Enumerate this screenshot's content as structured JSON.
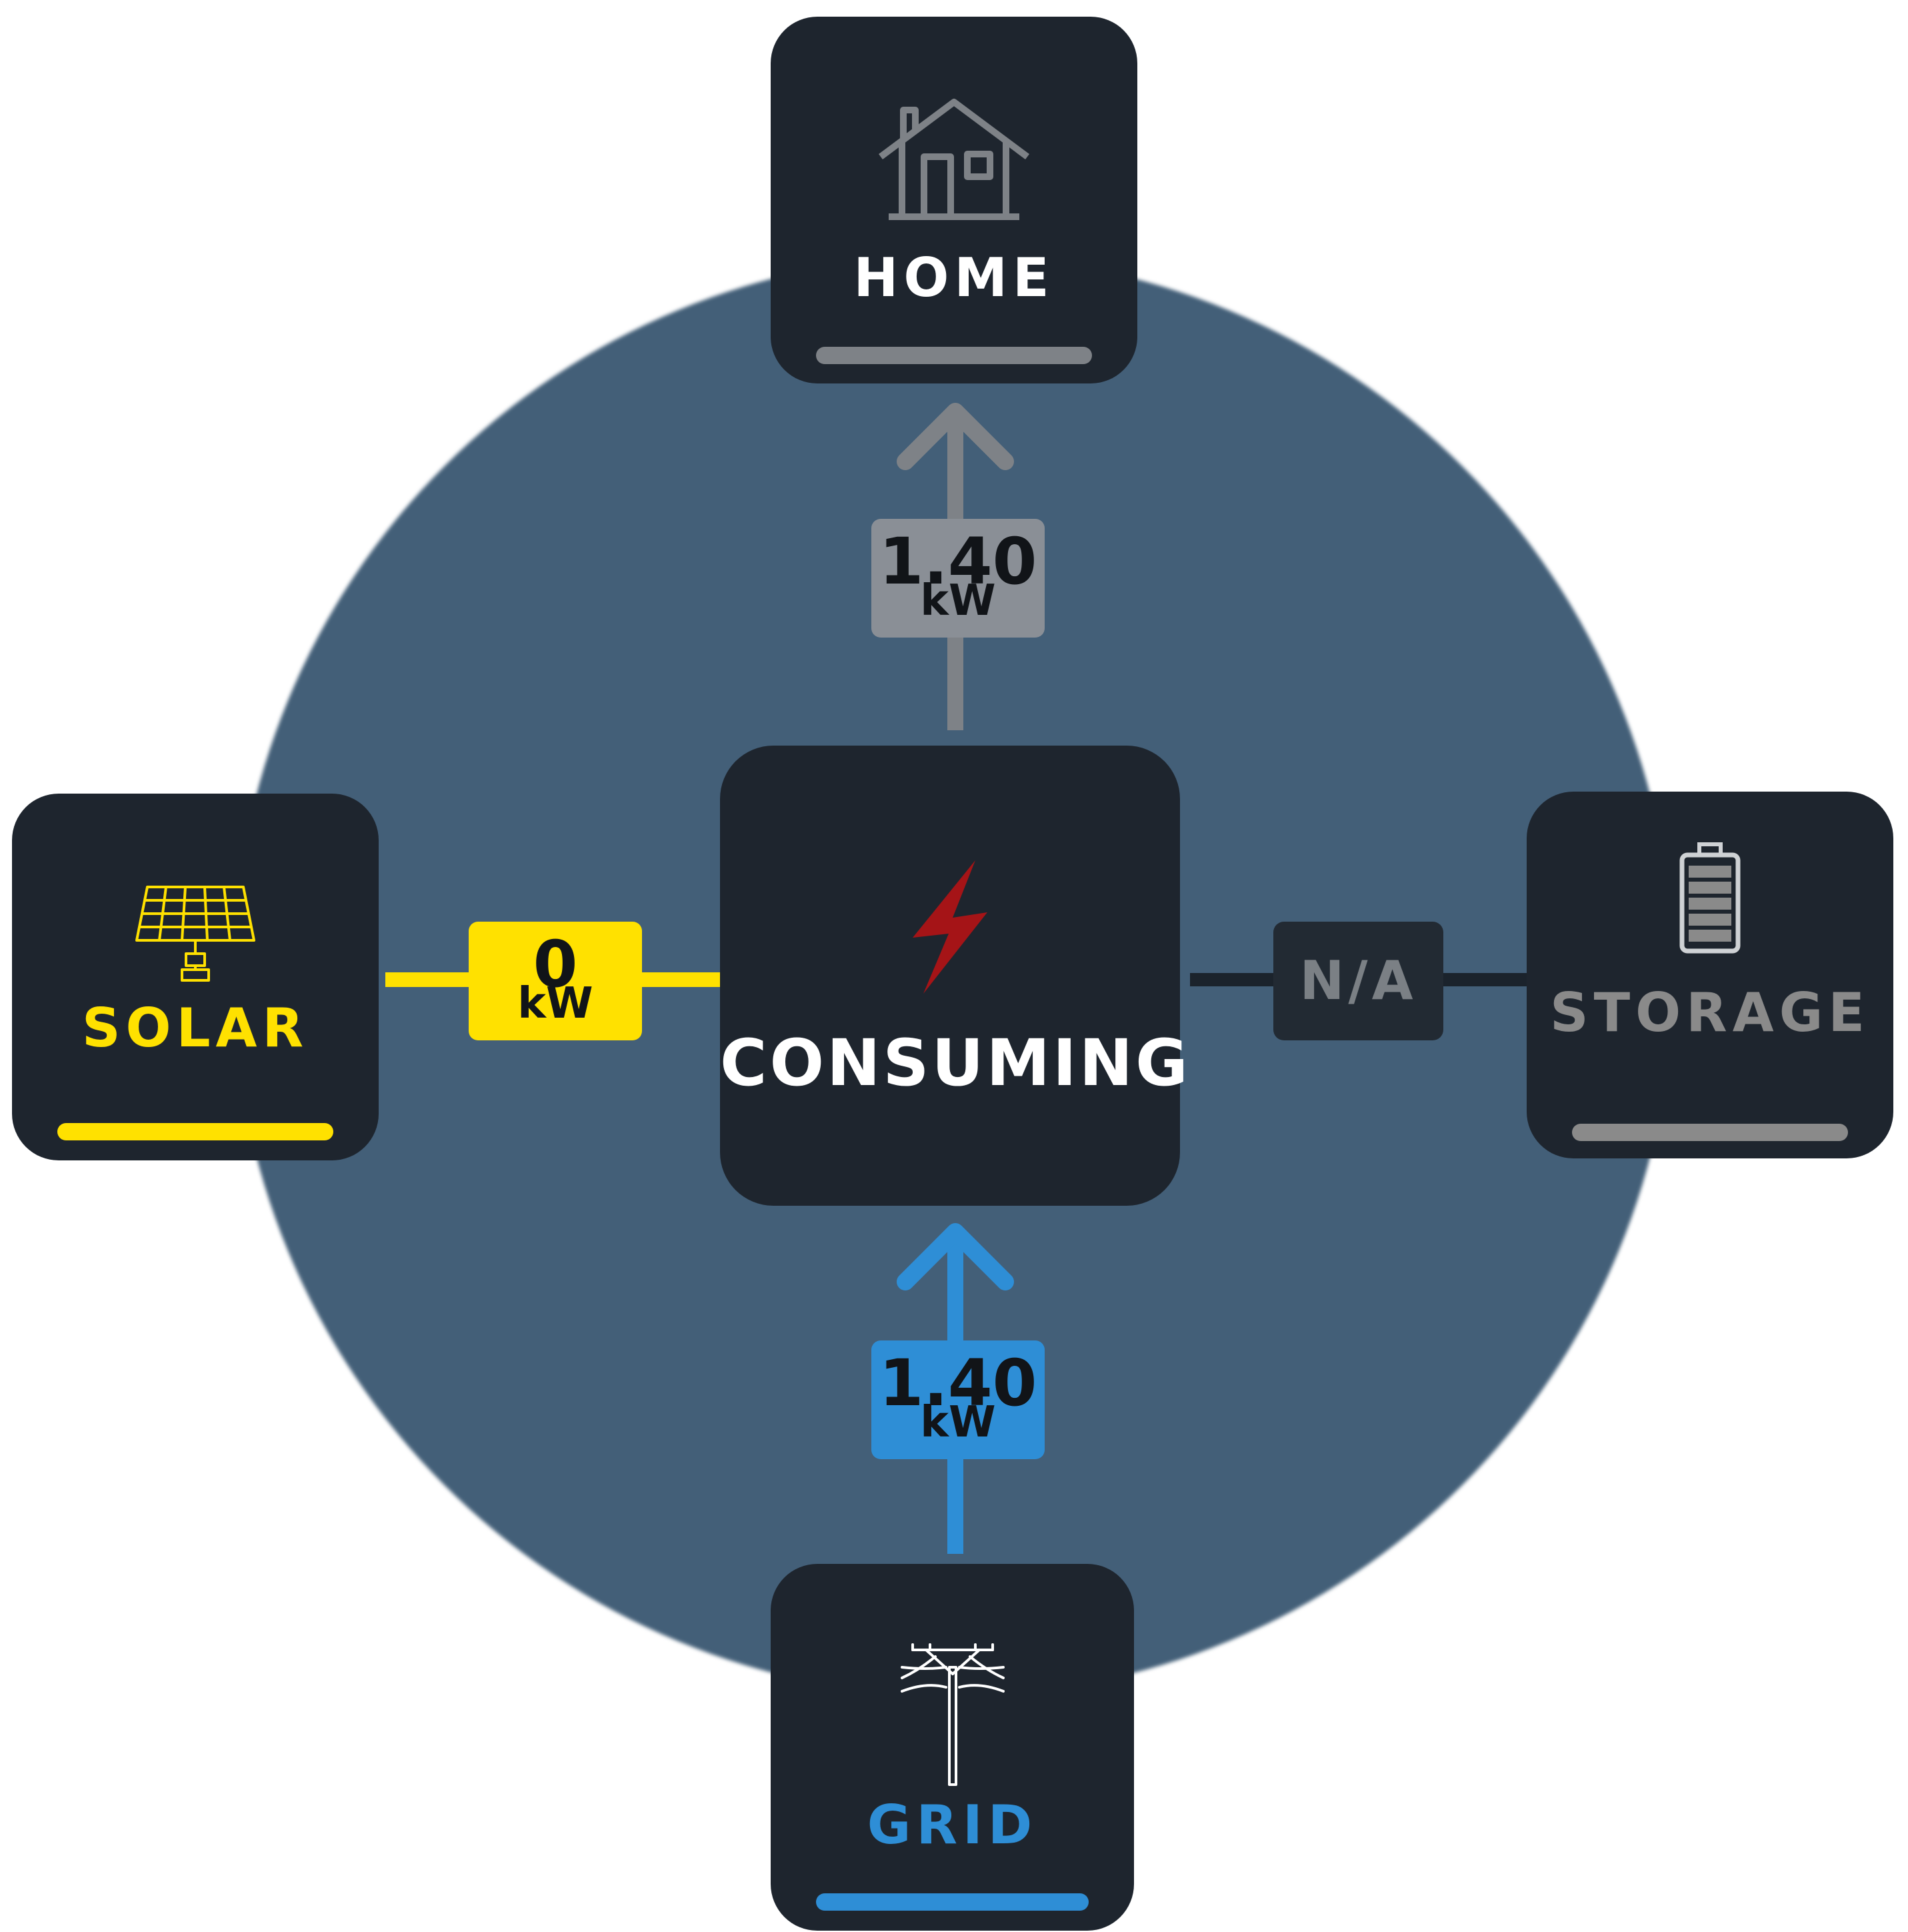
{
  "center": {
    "label": "CONSUMING",
    "icon": "lightning-bolt-icon",
    "icon_color": "#a51417"
  },
  "home": {
    "label": "HOME",
    "icon": "house-icon",
    "color": "#7e8287",
    "flow": {
      "value": "1.40",
      "unit": "kW",
      "direction": "to-home"
    }
  },
  "solar": {
    "label": "SOLAR",
    "icon": "solar-panel-icon",
    "color": "#ffe100",
    "flow": {
      "value": "0",
      "unit": "kW"
    }
  },
  "storage": {
    "label": "STORAGE",
    "icon": "battery-icon",
    "color": "#8a8a8a",
    "flow": {
      "value": "N/A"
    }
  },
  "grid": {
    "label": "GRID",
    "icon": "power-pole-icon",
    "color": "#2e8ed6",
    "flow": {
      "value": "1.40",
      "unit": "kW",
      "direction": "from-grid"
    }
  },
  "colors": {
    "circle": "#435f78",
    "tile": "#1e252e",
    "na_badge": "#222a33",
    "home_badge": "#8a8f96"
  }
}
